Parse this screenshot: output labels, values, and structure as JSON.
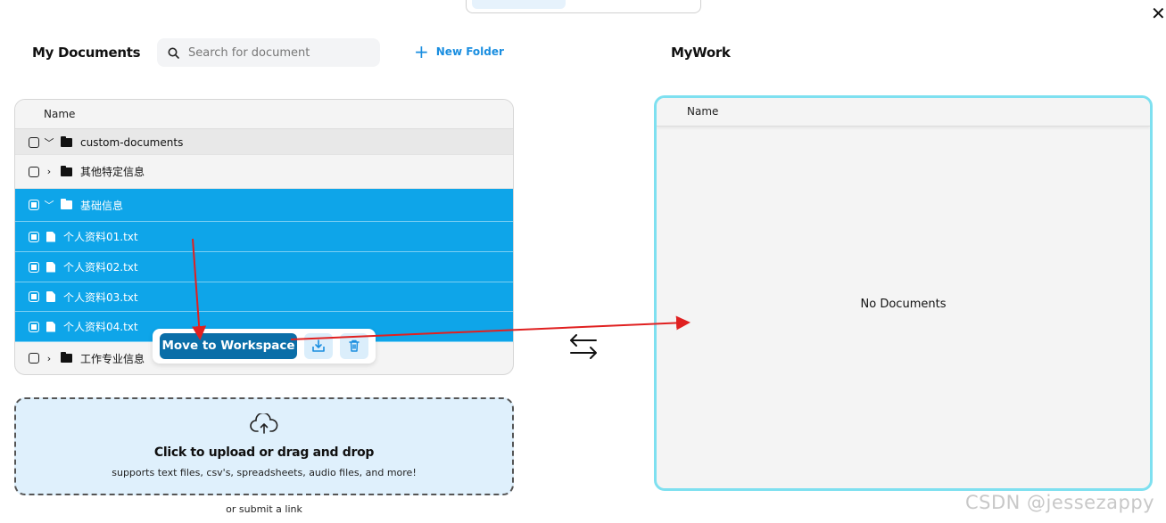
{
  "header": {
    "my_documents_title": "My Documents",
    "search_placeholder": "Search for document",
    "new_folder_label": "New Folder",
    "workspace_title": "MyWork"
  },
  "documents": {
    "column_name": "Name",
    "rows": [
      {
        "label": "custom-documents",
        "type": "folder",
        "expanded": true,
        "selected": false
      },
      {
        "label": "其他特定信息",
        "type": "folder",
        "expanded": false,
        "selected": false
      },
      {
        "label": "基础信息",
        "type": "folder",
        "expanded": true,
        "selected": true
      },
      {
        "label": "个人资料01.txt",
        "type": "file",
        "selected": true
      },
      {
        "label": "个人资料02.txt",
        "type": "file",
        "selected": true
      },
      {
        "label": "个人资料03.txt",
        "type": "file",
        "selected": true
      },
      {
        "label": "个人资料04.txt",
        "type": "file",
        "selected": true
      },
      {
        "label": "工作专业信息",
        "type": "folder",
        "expanded": false,
        "selected": false
      }
    ]
  },
  "context_menu": {
    "move_label": "Move to Workspace",
    "icons": [
      "save-icon",
      "trash-icon"
    ]
  },
  "upload": {
    "main_text": "Click to upload or drag and drop",
    "sub_text": "supports text files, csv's, spreadsheets, audio files, and more!",
    "link_text": "or submit a link"
  },
  "workspace": {
    "column_name": "Name",
    "empty_text": "No Documents"
  },
  "watermark": "CSDN @jessezappy",
  "colors": {
    "selected_row": "#0ea5e9",
    "primary_button": "#0a6ea8",
    "accent": "#1a8ee0",
    "workspace_border": "#7ee0f0",
    "annotation_arrow": "#e02020"
  }
}
